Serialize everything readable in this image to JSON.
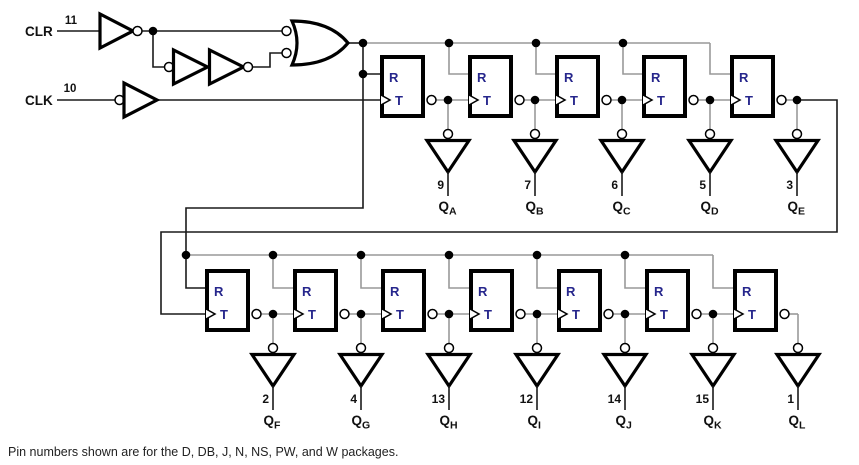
{
  "inputs": {
    "clr": {
      "label": "CLR",
      "pin": "11"
    },
    "clk": {
      "label": "CLK",
      "pin": "10"
    }
  },
  "flipflop": {
    "reset": "R",
    "toggle": "T"
  },
  "outputs_row1": [
    {
      "pin": "9",
      "q": "Q",
      "sub": "A"
    },
    {
      "pin": "7",
      "q": "Q",
      "sub": "B"
    },
    {
      "pin": "6",
      "q": "Q",
      "sub": "C"
    },
    {
      "pin": "5",
      "q": "Q",
      "sub": "D"
    },
    {
      "pin": "3",
      "q": "Q",
      "sub": "E"
    }
  ],
  "outputs_row2": [
    {
      "pin": "2",
      "q": "Q",
      "sub": "F"
    },
    {
      "pin": "4",
      "q": "Q",
      "sub": "G"
    },
    {
      "pin": "13",
      "q": "Q",
      "sub": "H"
    },
    {
      "pin": "12",
      "q": "Q",
      "sub": "I"
    },
    {
      "pin": "14",
      "q": "Q",
      "sub": "J"
    },
    {
      "pin": "15",
      "q": "Q",
      "sub": "K"
    },
    {
      "pin": "1",
      "q": "Q",
      "sub": "L"
    }
  ],
  "caption": "Pin numbers shown are for the D, DB, J, N, NS, PW, and W packages.",
  "colors": {
    "wire": "#1a1a1a",
    "rail": "#999999",
    "gate_outline": "#000000",
    "ff_label_text": "#26268c",
    "background": "#ffffff"
  }
}
